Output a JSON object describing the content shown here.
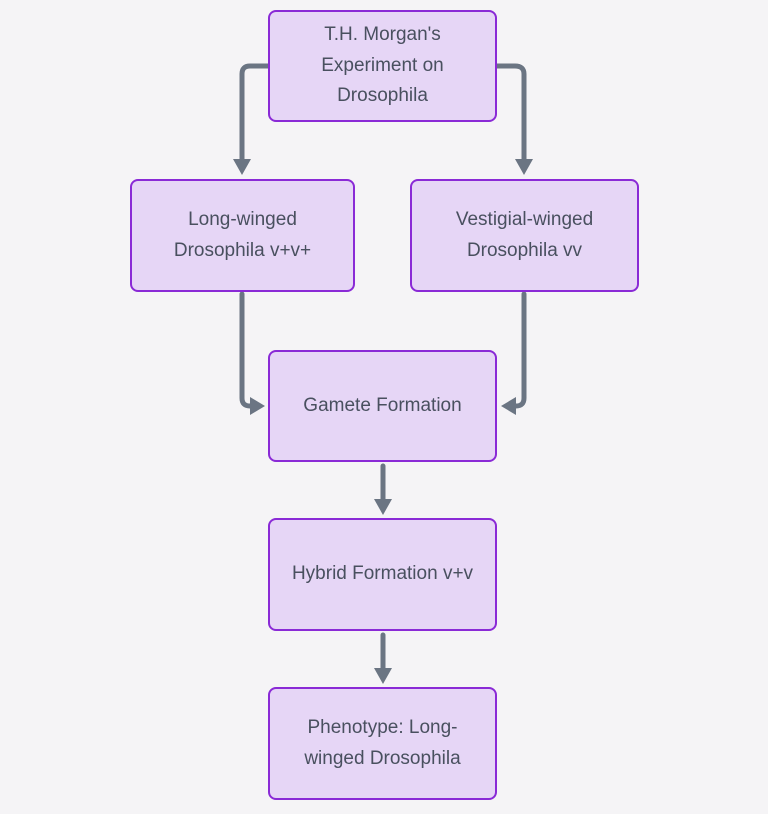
{
  "diagram": {
    "type": "flowchart",
    "nodes": [
      {
        "id": "morgan-experiment",
        "label": "T.H. Morgan's\nExperiment on\nDrosophila"
      },
      {
        "id": "long-winged-parent",
        "label": "Long-winged\nDrosophila v+v+"
      },
      {
        "id": "vestigial-winged-parent",
        "label": "Vestigial-winged\nDrosophila vv"
      },
      {
        "id": "gamete-formation",
        "label": "Gamete Formation"
      },
      {
        "id": "hybrid-formation",
        "label": "Hybrid Formation v+v"
      },
      {
        "id": "phenotype-result",
        "label": "Phenotype: Long-\nwinged Drosophila"
      }
    ],
    "edges": [
      {
        "from": "morgan-experiment",
        "to": "long-winged-parent"
      },
      {
        "from": "morgan-experiment",
        "to": "vestigial-winged-parent"
      },
      {
        "from": "long-winged-parent",
        "to": "gamete-formation"
      },
      {
        "from": "vestigial-winged-parent",
        "to": "gamete-formation"
      },
      {
        "from": "gamete-formation",
        "to": "hybrid-formation"
      },
      {
        "from": "hybrid-formation",
        "to": "phenotype-result"
      }
    ],
    "colors": {
      "background": "#f5f4f6",
      "node_fill": "#e6d6f6",
      "node_border": "#8a2ad6",
      "node_text": "#49505f",
      "arrow": "#6b7583"
    }
  }
}
